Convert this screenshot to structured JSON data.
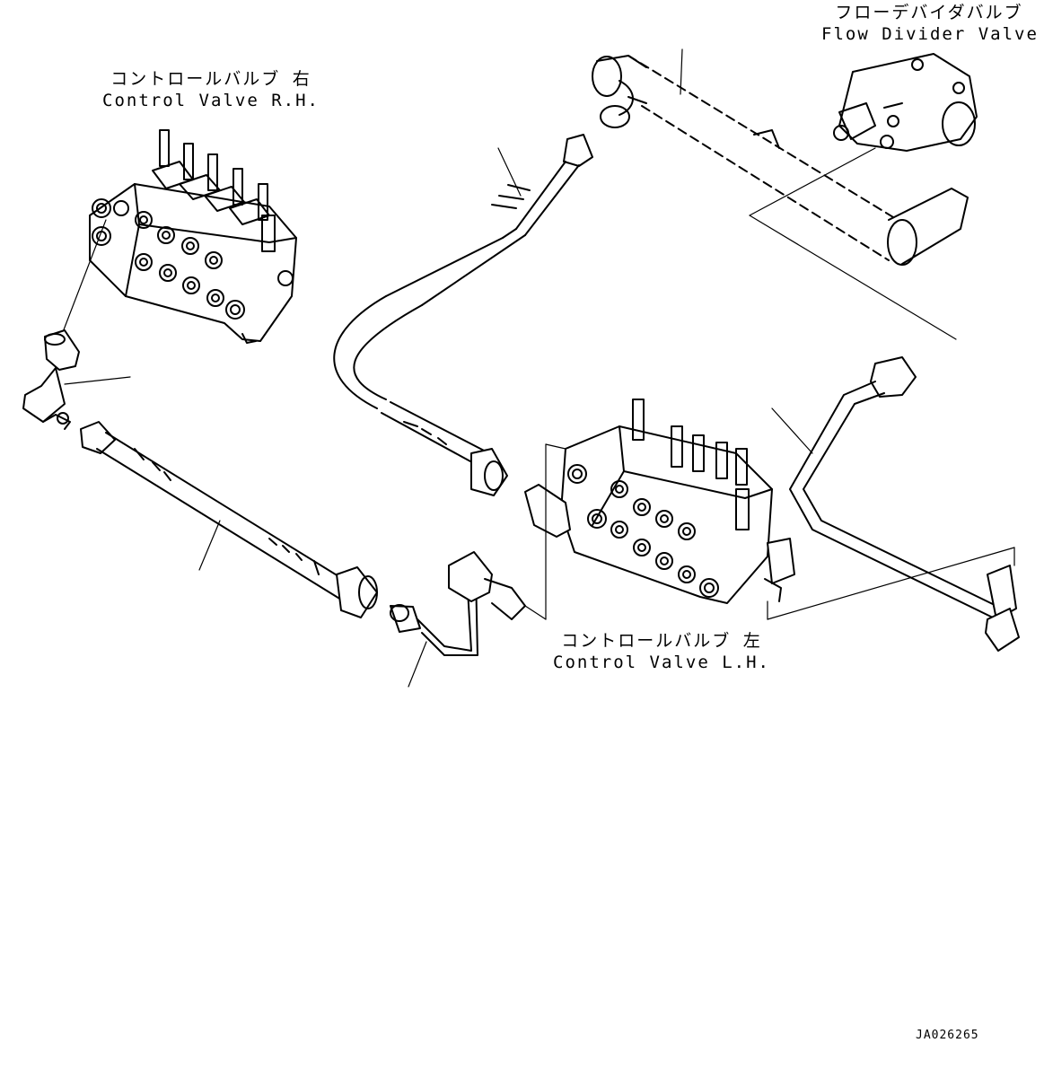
{
  "labels": {
    "control_valve_rh": {
      "jp": "コントロールバルブ 右",
      "en": "Control Valve R.H."
    },
    "control_valve_lh": {
      "jp": "コントロールバルブ 左",
      "en": "Control Valve L.H."
    },
    "flow_divider_valve": {
      "jp": "フローデバイダバルブ",
      "en": "Flow Divider Valve"
    }
  },
  "drawing_code": "JA026265",
  "colors": {
    "line": "#000000",
    "background": "#ffffff"
  }
}
